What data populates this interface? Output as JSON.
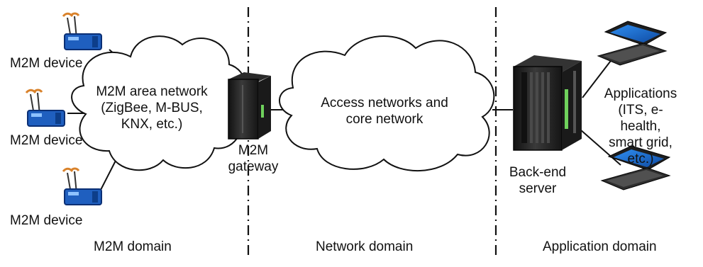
{
  "domains": {
    "m2m": "M2M domain",
    "network": "Network domain",
    "application": "Application domain"
  },
  "devices": [
    {
      "label": "M2M device"
    },
    {
      "label": "M2M device"
    },
    {
      "label": "M2M device"
    }
  ],
  "area_network": {
    "label": "M2M area network\n(ZigBee, M-BUS,\nKNX, etc.)"
  },
  "gateway": {
    "label": "M2M\ngateway"
  },
  "access_network": {
    "label": "Access networks and\ncore network"
  },
  "server": {
    "label": "Back-end\nserver"
  },
  "applications": {
    "label": "Applications\n(ITS, e-health,\nsmart grid, etc.)"
  },
  "colors": {
    "device_blue": "#1f5fbf",
    "antenna_orange": "#d9822b",
    "server_dark": "#2b2b2b",
    "server_green": "#6fd15c",
    "laptop_blue": "#1e73d6",
    "line": "#111111"
  }
}
